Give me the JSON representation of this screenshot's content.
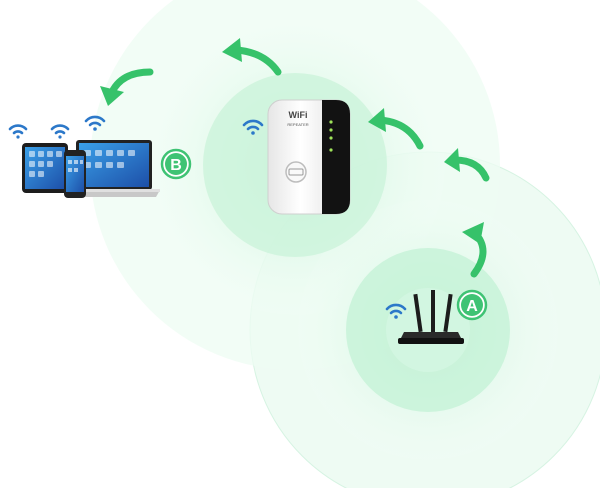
{
  "labels": {
    "router": "A",
    "devices": "B"
  },
  "repeater": {
    "brand": "WiFi",
    "model": "REPEATER"
  },
  "colors": {
    "signal": "#41d27d",
    "signal_fill": "#d6f7e2",
    "badge": "#3fc374",
    "arrow": "#36c26a",
    "wifi": "#2c78c9",
    "router_body": "#1c1c1c",
    "repeater_body": "#f4f4f4",
    "repeater_face": "#121212",
    "led": "#9fe35a"
  },
  "icons": [
    "wifi-icon",
    "curved-arrow-icon",
    "router-icon",
    "repeater-icon",
    "tablet-icon",
    "phone-icon",
    "laptop-icon"
  ]
}
